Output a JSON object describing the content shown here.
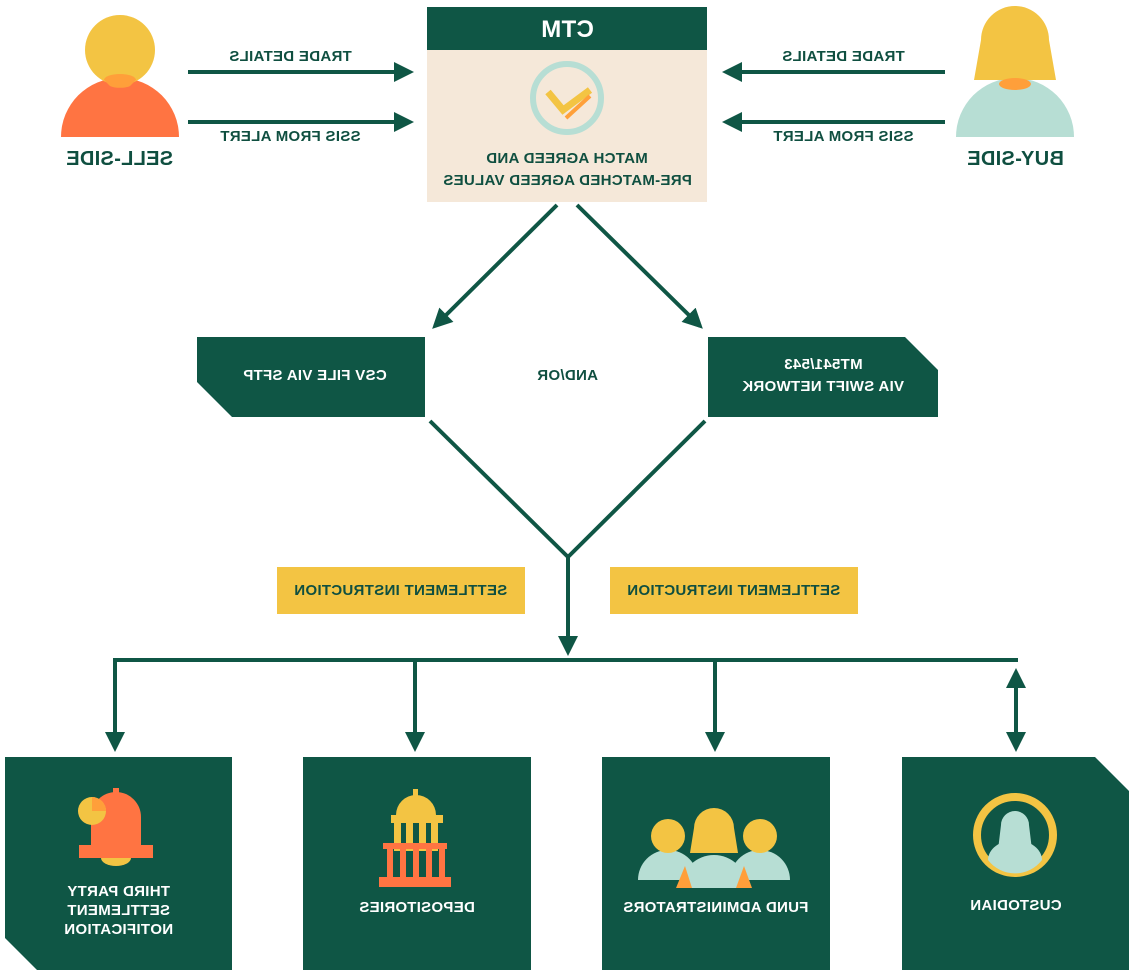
{
  "colors": {
    "dark_green": "#0f5645",
    "cream": "#f5e8d9",
    "yellow": "#f3c443",
    "orange": "#ff7442",
    "mint": "#b7ded4",
    "white": "#ffffff"
  },
  "ctm": {
    "title": "CTM",
    "line1": "MATCH AGREED AND",
    "line2": "PRE-MATCHED AGREED VALUES"
  },
  "sell_side": {
    "label": "SELL-SIDE",
    "arrow_top": "TRADE DETAILS",
    "arrow_bottom": "SSIs FROM ALERT"
  },
  "buy_side": {
    "label": "BUY-SIDE",
    "arrow_top": "TRADE DETAILS",
    "arrow_bottom": "SSIs FROM ALERT"
  },
  "channels": {
    "csv": "CSV FILE VIA sFTP",
    "and_or": "AND/OR",
    "swift_line1": "MT541/543",
    "swift_line2": "VIA SWIFT NETWORK"
  },
  "settlement": {
    "left": "SETTLEMENT INSTRUCTION",
    "right": "SETTLEMENT INSTRUCTION"
  },
  "destinations": {
    "third_party_line1": "THIRD PARTY",
    "third_party_line2": "SETTLEMENT",
    "third_party_line3": "NOTIFICATION",
    "depositories": "DEPOSITORIES",
    "fund_admins": "FUND ADMINISTRATORS",
    "custodian": "CUSTODIAN"
  },
  "icons": {
    "sell_side": "male-person-icon",
    "buy_side": "female-person-icon",
    "ctm": "checkmark-circle-icon",
    "third_party": "bell-icon",
    "depositories": "building-dome-icon",
    "fund_admins": "group-people-icon",
    "custodian": "person-circle-icon"
  }
}
